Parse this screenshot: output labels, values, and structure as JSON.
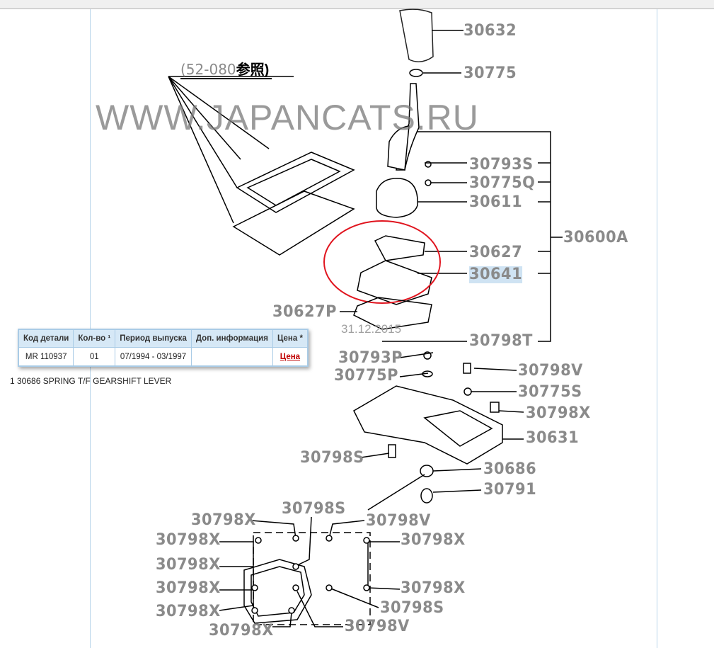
{
  "diagram": {
    "reference_header_num": "(52-080",
    "reference_header_suffix": "参照)",
    "watermark": "WWW.JAPANCATS.RU",
    "date": "31.12.2015",
    "labels": [
      "30632",
      "30775",
      "30793S",
      "30775Q",
      "30611",
      "30600A",
      "30627",
      "30641",
      "30627P",
      "30798T",
      "30793P",
      "30775P",
      "30798V",
      "30775S",
      "30798X",
      "30631",
      "30798S",
      "30686",
      "30791",
      "30798S",
      "30798X",
      "30798V",
      "30798X",
      "30798X",
      "30798X",
      "30798X",
      "30798X",
      "30798S",
      "30798X",
      "30798V",
      "30798X"
    ],
    "highlighted_label": "30641"
  },
  "popup": {
    "headers": [
      "Код детали",
      "Кол-во ¹",
      "Период выпуска",
      "Доп. информация",
      "Цена *"
    ],
    "row": {
      "part_code": "MR 110937",
      "qty": "01",
      "period": "07/1994 - 03/1997",
      "info": "",
      "price_link": "Цена"
    }
  },
  "underlying_text": "1 30686 SPRING T/F GEARSHIFT LEVER",
  "colors": {
    "highlight_circle": "#e0141e",
    "label_gray": "#8a8a8a",
    "table_header": "#d6e8f6",
    "price_link": "#c00000"
  }
}
